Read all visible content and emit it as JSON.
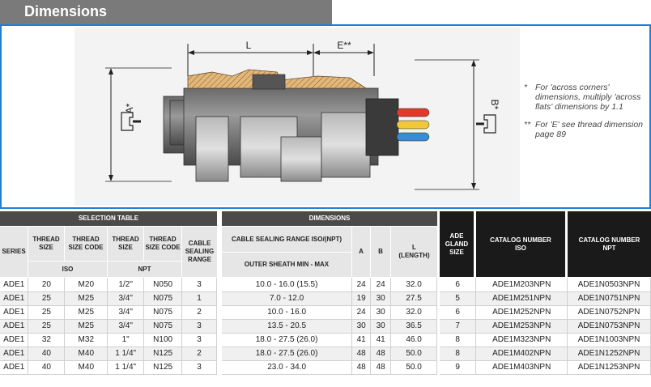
{
  "header": {
    "title": "Dimensions"
  },
  "drawing": {
    "dim_L": "L",
    "dim_E": "E**",
    "dim_A": "A*",
    "dim_B": "B*"
  },
  "notes": [
    {
      "mark": "*",
      "text": "For 'across corners' dimensions, multiply 'across flats' dimensions by 1.1"
    },
    {
      "mark": "**",
      "text": "For 'E' see thread dimension page 89"
    }
  ],
  "selection_table": {
    "title": "SELECTION TABLE",
    "col_series": "SERIES",
    "col_iso_thread_size": "THREAD SIZE",
    "col_iso_thread_code": "THREAD SIZE CODE",
    "col_npt_thread_size": "THREAD SIZE",
    "col_npt_thread_code": "THREAD SIZE CODE",
    "col_cable_sealing": "CABLE SEALING RANGE",
    "group_iso": "ISO",
    "group_npt": "NPT"
  },
  "dimensions_table": {
    "title": "DIMENSIONS",
    "col_range_1": "CABLE SEALING RANGE ISO/(NPT)",
    "col_range_2": "OUTER SHEATH MIN - MAX",
    "col_a": "A",
    "col_b": "B",
    "col_l": "L (LENGTH)"
  },
  "catalog_table": {
    "col_gland_size": "ADE GLAND SIZE",
    "col_iso": "CATALOG NUMBER ISO",
    "col_npt": "CATALOG NUMBER NPT"
  },
  "rows": [
    {
      "series": "ADE1",
      "iso_size": "20",
      "iso_code": "M20",
      "npt_size": "1/2\"",
      "npt_code": "N050",
      "seal": "3",
      "range": "10.0 - 16.0 (15.5)",
      "a": "24",
      "b": "24",
      "l": "32.0",
      "gland": "6",
      "cat_iso": "ADE1M203NPN",
      "cat_npt": "ADE1N0503NPN"
    },
    {
      "series": "ADE1",
      "iso_size": "25",
      "iso_code": "M25",
      "npt_size": "3/4\"",
      "npt_code": "N075",
      "seal": "1",
      "range": "7.0 - 12.0",
      "a": "19",
      "b": "30",
      "l": "27.5",
      "gland": "5",
      "cat_iso": "ADE1M251NPN",
      "cat_npt": "ADE1N0751NPN"
    },
    {
      "series": "ADE1",
      "iso_size": "25",
      "iso_code": "M25",
      "npt_size": "3/4\"",
      "npt_code": "N075",
      "seal": "2",
      "range": "10.0 - 16.0",
      "a": "24",
      "b": "30",
      "l": "32.0",
      "gland": "6",
      "cat_iso": "ADE1M252NPN",
      "cat_npt": "ADE1N0752NPN"
    },
    {
      "series": "ADE1",
      "iso_size": "25",
      "iso_code": "M25",
      "npt_size": "3/4\"",
      "npt_code": "N075",
      "seal": "3",
      "range": "13.5 - 20.5",
      "a": "30",
      "b": "30",
      "l": "36.5",
      "gland": "7",
      "cat_iso": "ADE1M253NPN",
      "cat_npt": "ADE1N0753NPN"
    },
    {
      "series": "ADE1",
      "iso_size": "32",
      "iso_code": "M32",
      "npt_size": "1\"",
      "npt_code": "N100",
      "seal": "3",
      "range": "18.0 - 27.5 (26.0)",
      "a": "41",
      "b": "41",
      "l": "46.0",
      "gland": "8",
      "cat_iso": "ADE1M323NPN",
      "cat_npt": "ADE1N1003NPN"
    },
    {
      "series": "ADE1",
      "iso_size": "40",
      "iso_code": "M40",
      "npt_size": "1 1/4\"",
      "npt_code": "N125",
      "seal": "2",
      "range": "18.0 - 27.5 (26.0)",
      "a": "48",
      "b": "48",
      "l": "50.0",
      "gland": "8",
      "cat_iso": "ADE1M402NPN",
      "cat_npt": "ADE1N1252NPN"
    },
    {
      "series": "ADE1",
      "iso_size": "40",
      "iso_code": "M40",
      "npt_size": "1 1/4\"",
      "npt_code": "N125",
      "seal": "3",
      "range": "23.0 - 34.0",
      "a": "48",
      "b": "48",
      "l": "50.0",
      "gland": "9",
      "cat_iso": "ADE1M403NPN",
      "cat_npt": "ADE1N1253NPN"
    }
  ]
}
